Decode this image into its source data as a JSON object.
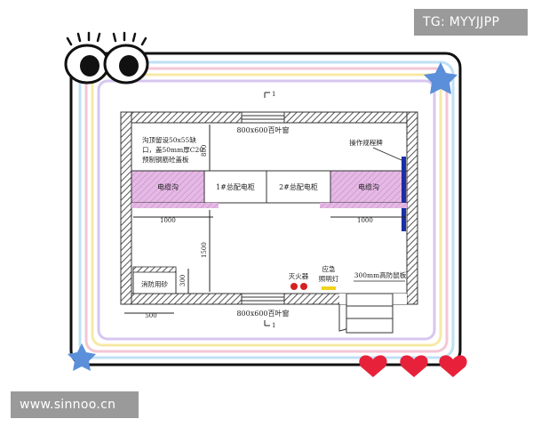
{
  "watermark_tg": "TG: MYYJJPP",
  "watermark_site": "www.sinnoo.cn",
  "plan": {
    "section_mark_top": "1",
    "section_mark_bottom": "1",
    "window_top": "800x600百叶窗",
    "window_bottom": "800x600百叶窗",
    "note_line1": "沟顶留设50x55缺",
    "note_line2": "口，盖50mm厚C20",
    "note_line3": "预制钢筋砼盖板",
    "dim_800": "800",
    "trench_left": "电缆沟",
    "trench_right": "电缆沟",
    "cabinet_1": "1#总配电柜",
    "cabinet_2": "2#总配电柜",
    "ops_sign": "操作规程牌",
    "dim_1000_left": "1000",
    "dim_1000_right": "1000",
    "dim_1500": "1500",
    "fire_sand": "消防用砂",
    "dim_300": "300",
    "extinguisher": "灭火器",
    "emergency_line1": "应急",
    "emergency_line2": "照明灯",
    "rat_board": "300mm高防鼠板",
    "dim_500": "500"
  },
  "colors": {
    "wall_hatch": "#555555",
    "trench_fill": "#e6b8e6",
    "ops_sign_bar": "#1a2ea8",
    "extinguisher": "#d6211f",
    "emergency_light": "#f2d21b",
    "heart": "#e8213a",
    "star": "#5b8fd9"
  }
}
